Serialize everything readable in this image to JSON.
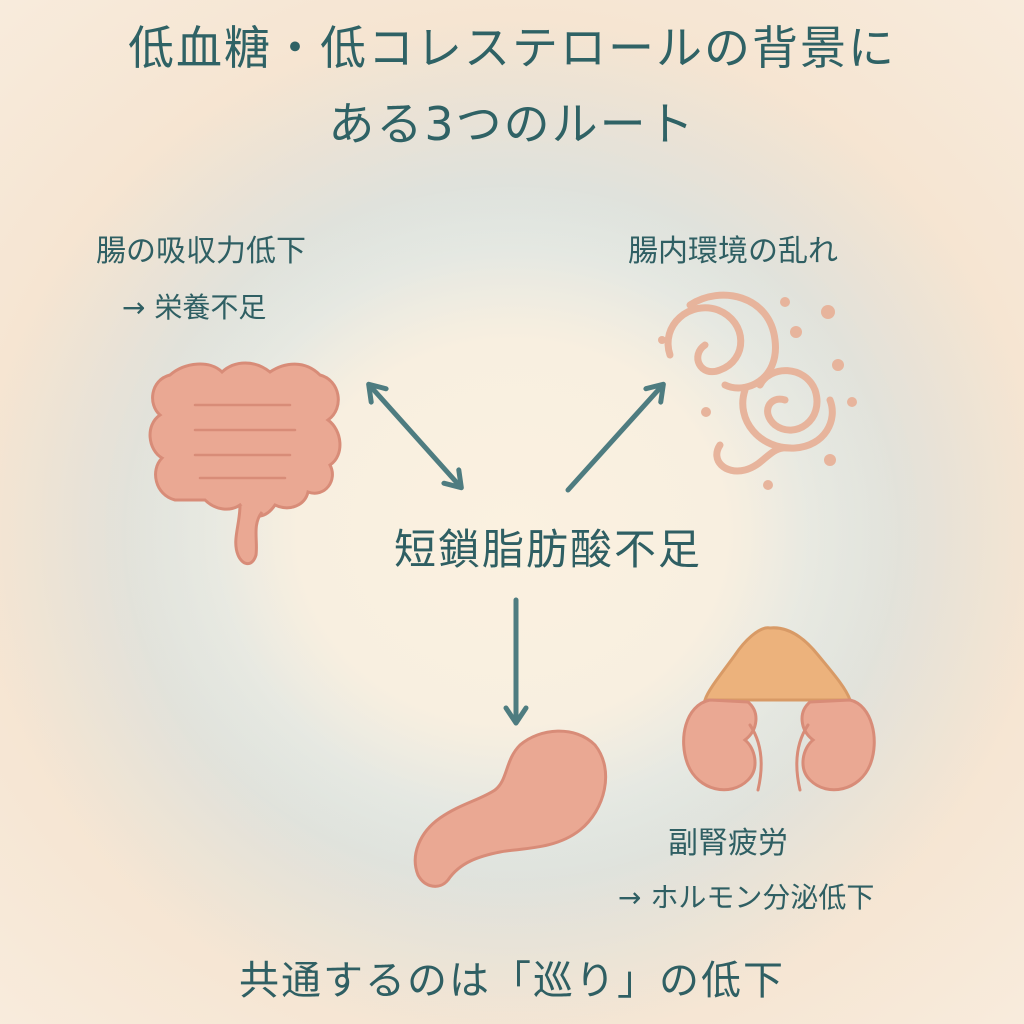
{
  "title": {
    "line1": "低血糖・低コレステロールの背景に",
    "line2": "ある3つのルート"
  },
  "nodes": {
    "absorption": {
      "label": "腸の吸収力低下",
      "sub": "→ 栄養不足"
    },
    "flora": {
      "label": "腸内環境の乱れ"
    },
    "center": {
      "label": "短鎖脂肪酸不足"
    },
    "adrenal": {
      "label": "副腎疲労",
      "sub": "→ ホルモン分泌低下"
    }
  },
  "footer": "共通するのは「巡り」の低下",
  "colors": {
    "arrow": "#4e7c80",
    "organ": "#eaa893",
    "organ_stroke": "#d88c78",
    "adrenal_cap": "#ecb27c",
    "text": "#2f5f63"
  },
  "icons": [
    "intestine-icon",
    "gut-bacteria-icon",
    "stomach-icon",
    "kidney-adrenal-icon"
  ]
}
